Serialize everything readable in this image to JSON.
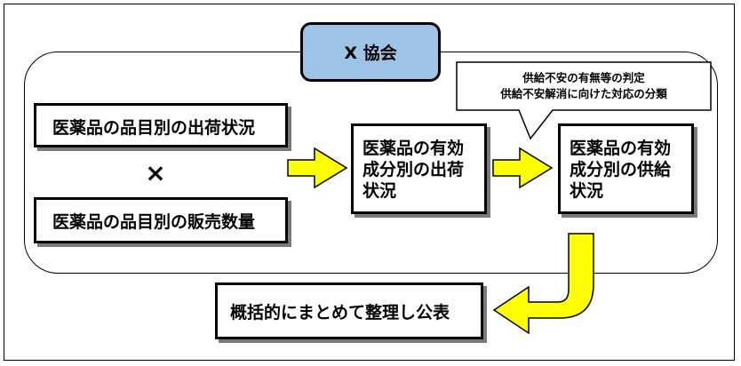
{
  "organization": "X 協会",
  "callout_lines": [
    "供給不安の有無等の判定",
    "供給不安解消に向けた対応の分類"
  ],
  "inputs": {
    "top": "医薬品の品目別の出荷状況",
    "operator": "×",
    "bottom": "医薬品の品目別の販売数量"
  },
  "middle_box_lines": [
    "医薬品の有効",
    "成分別の出荷",
    "状況"
  ],
  "right_box_lines": [
    "医薬品の有効",
    "成分別の供給",
    "状況"
  ],
  "output": "概括的にまとめて整理し公表",
  "colors": {
    "arrow_fill": "#ffff00",
    "org_fill": "#9dc3e6",
    "shadow": "#7a7a7a"
  }
}
